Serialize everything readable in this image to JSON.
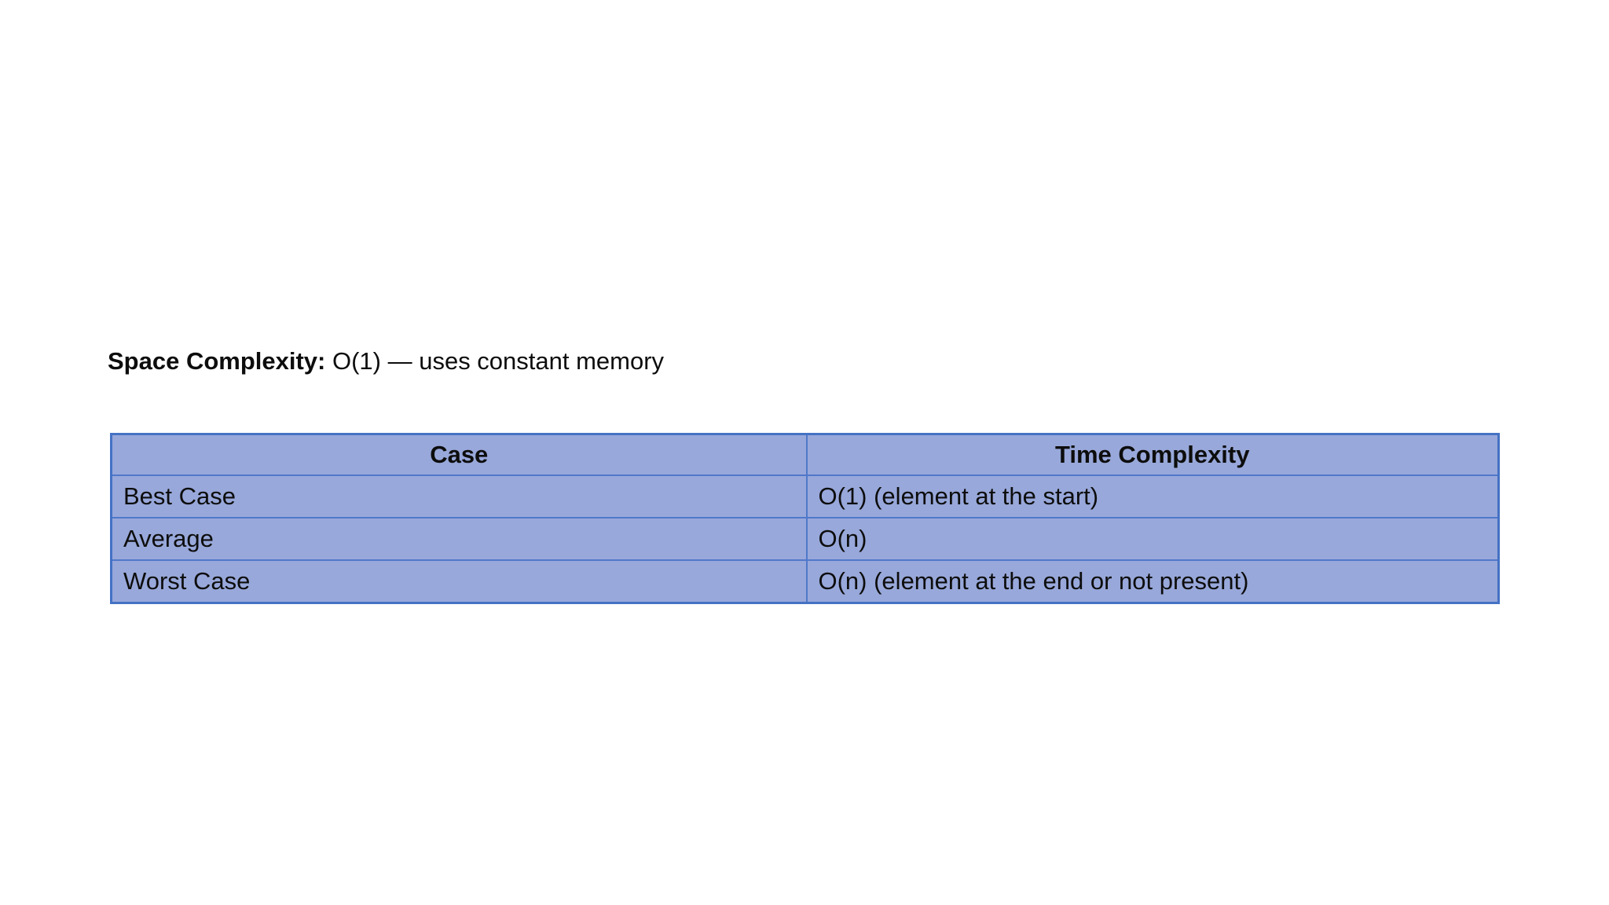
{
  "page": {
    "background_color": "#ffffff"
  },
  "paragraph": {
    "label": "Space Complexity:",
    "value": " O(1) — uses constant memory"
  },
  "table": {
    "headers": [
      "Case",
      "Time Complexity"
    ],
    "rows": [
      {
        "case": "Best Case",
        "time_complexity": "O(1) (element at the start)"
      },
      {
        "case": "Average",
        "time_complexity": "O(n)"
      },
      {
        "case": "Worst Case",
        "time_complexity": "O(n) (element at the end or not present)"
      }
    ],
    "colors": {
      "cell_fill": "#98A8DA",
      "outer_border": "#4472C4",
      "inner_border": "#5078CA",
      "text": "#0D0D0D"
    }
  }
}
